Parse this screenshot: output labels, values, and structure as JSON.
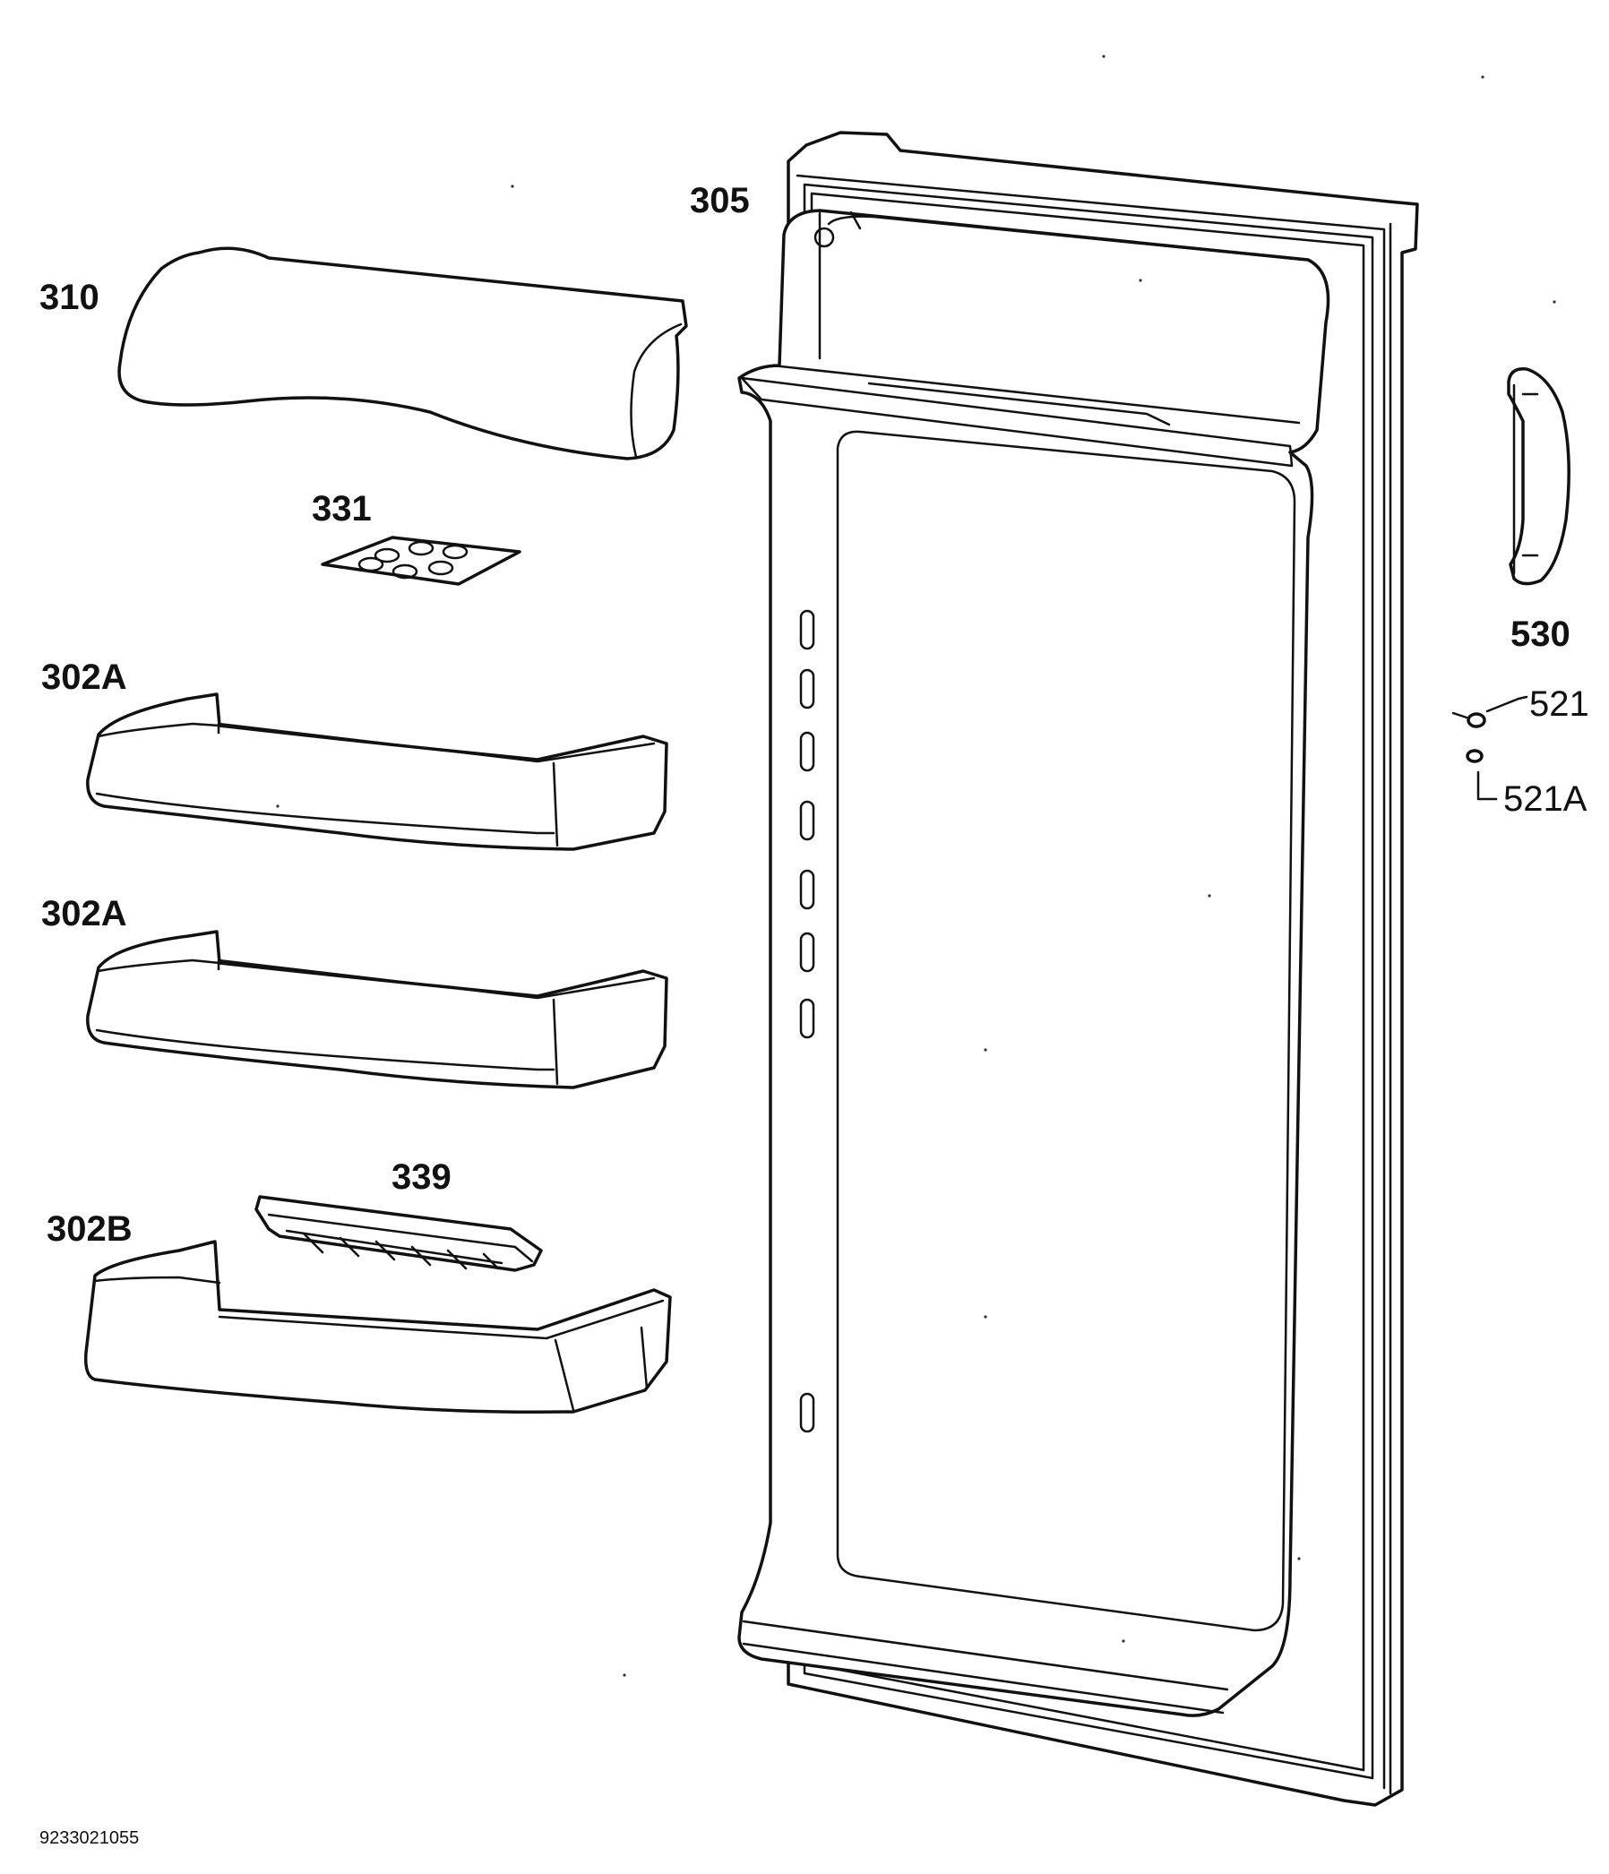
{
  "labels": {
    "p305": "305",
    "p310": "310",
    "p331": "331",
    "p302a_1": "302A",
    "p302a_2": "302A",
    "p339": "339",
    "p302b": "302B",
    "p530": "530",
    "p521": "521",
    "p521a": "521A"
  },
  "drawing_number": "9233021055"
}
